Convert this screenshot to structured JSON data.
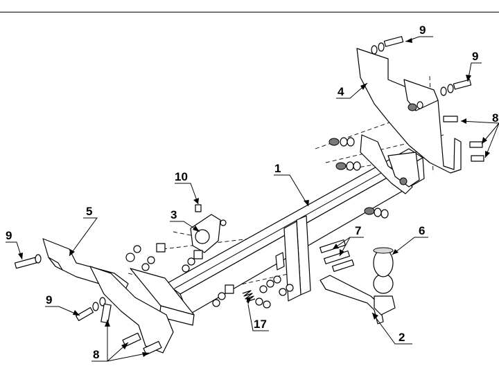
{
  "labels": {
    "frame_bar": "1",
    "ball_neck": "2",
    "socket_plate": "3",
    "bracket_right": "4",
    "bracket_left": "5",
    "ball_cap": "6",
    "bolts_pair": "7",
    "bolts_left": "8",
    "bolts_right": "8",
    "bolt_top_left": "9",
    "bolt_top_right": "9",
    "bolt_left_upper": "9",
    "bolt_left_lower": "9",
    "bolt_socket": "10",
    "spring_nut": "17"
  }
}
